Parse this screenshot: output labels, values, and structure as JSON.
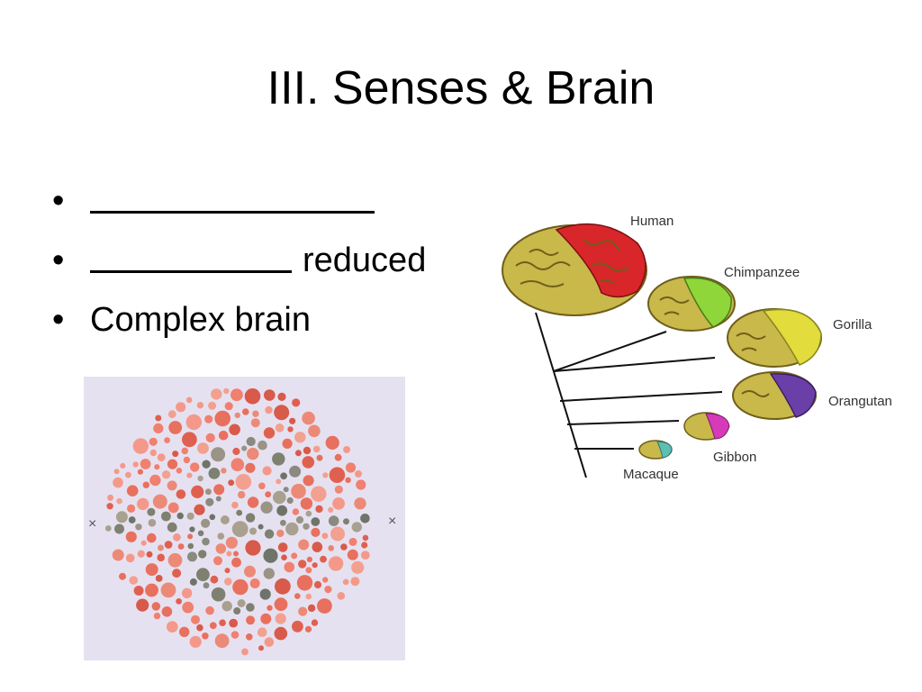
{
  "slide": {
    "title": "III.  Senses & Brain",
    "bullets": [
      {
        "bullet_glyph": "•",
        "blank": "long",
        "text": ""
      },
      {
        "bullet_glyph": "•",
        "blank": "short",
        "text": "reduced"
      },
      {
        "bullet_glyph": "•",
        "blank": "none",
        "text": "Complex brain"
      }
    ]
  },
  "color_plate": {
    "marker_left": "×",
    "marker_right": "×"
  },
  "brain_tree": {
    "labels": {
      "human": "Human",
      "chimpanzee": "Chimpanzee",
      "gorilla": "Gorilla",
      "orangutan": "Orangutan",
      "gibbon": "Gibbon",
      "macaque": "Macaque"
    },
    "colors": {
      "base": "#c9b84a",
      "human": "#d8262a",
      "chimpanzee": "#8fd63a",
      "gorilla": "#e2dc3c",
      "orangutan": "#6b3fa8",
      "gibbon": "#d63ab8",
      "macaque": "#5bbfb4"
    }
  }
}
